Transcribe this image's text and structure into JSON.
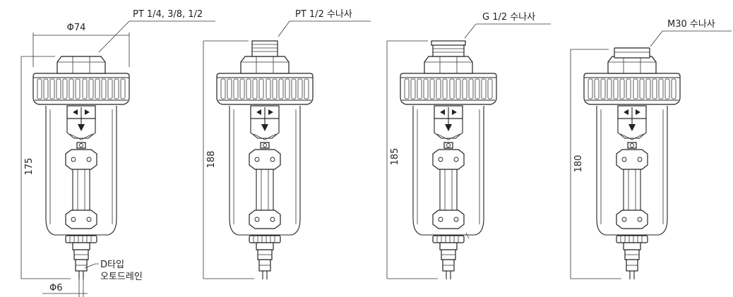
{
  "filters": [
    {
      "height_label": "175",
      "port_label": "PT 1/4, 3/8, 1/2",
      "width_label": "Φ74",
      "drain_diameter_label": "Φ6",
      "drain_label_line1": "D타입",
      "drain_label_line2": "오토드레인"
    },
    {
      "height_label": "188",
      "port_label": "PT 1/2 수나사"
    },
    {
      "height_label": "185",
      "port_label": "G 1/2 수나사"
    },
    {
      "height_label": "180",
      "port_label": "M30 수나사"
    }
  ],
  "colors": {
    "line": "#222222",
    "background": "#ffffff"
  }
}
